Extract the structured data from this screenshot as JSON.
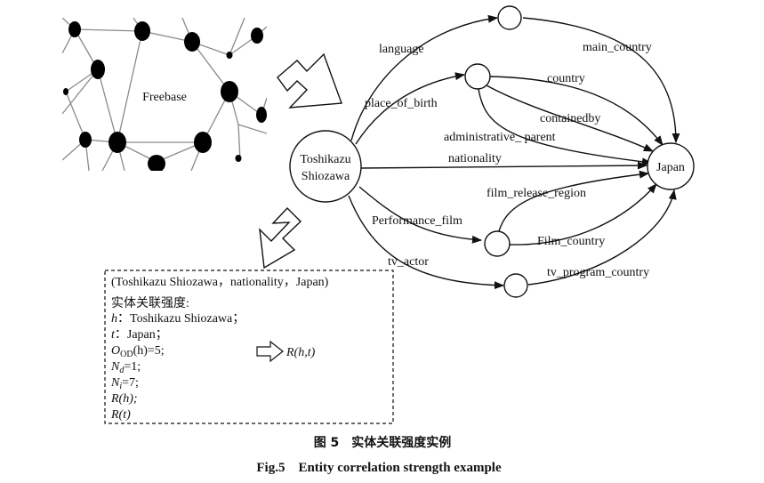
{
  "freebase": {
    "label": "Freebase"
  },
  "graph": {
    "source": {
      "line1": "Toshikazu",
      "line2": "Shiozawa"
    },
    "target": {
      "label": "Japan"
    },
    "edges": {
      "language": "language",
      "main_country": "main_country",
      "place_of_birth": "place_of_birth",
      "country": "country",
      "containedby": "containedby",
      "administrative_parent": "administrative_ parent",
      "nationality": "nationality",
      "film_release_region": "film_release_region",
      "performance_film": "Performance_film",
      "film_country": "Film_country",
      "tv_actor": "tv_actor",
      "tv_program_country": "tv_program_country"
    }
  },
  "formula_box": {
    "triple": "(Toshikazu Shiozawa，nationality，Japan)",
    "heading": "实体关联强度:",
    "h_name": "h",
    "h_value": "：Toshikazu Shiozawa；",
    "t_name": "t",
    "t_value": "：Japan；",
    "o_main": "O",
    "o_sub": "OD",
    "o_rest": "(h)=5;",
    "nd_main": "N",
    "nd_sub": "d",
    "nd_rest": "=1;",
    "ni_main": "N",
    "ni_sub": "i",
    "ni_rest": "=7;",
    "rh": "R(h);",
    "rt": "R(t)",
    "result": "R(h,t)"
  },
  "caption": {
    "cn": "图 5　实体关联强度实例",
    "en": "Fig.5　Entity correlation strength example"
  }
}
